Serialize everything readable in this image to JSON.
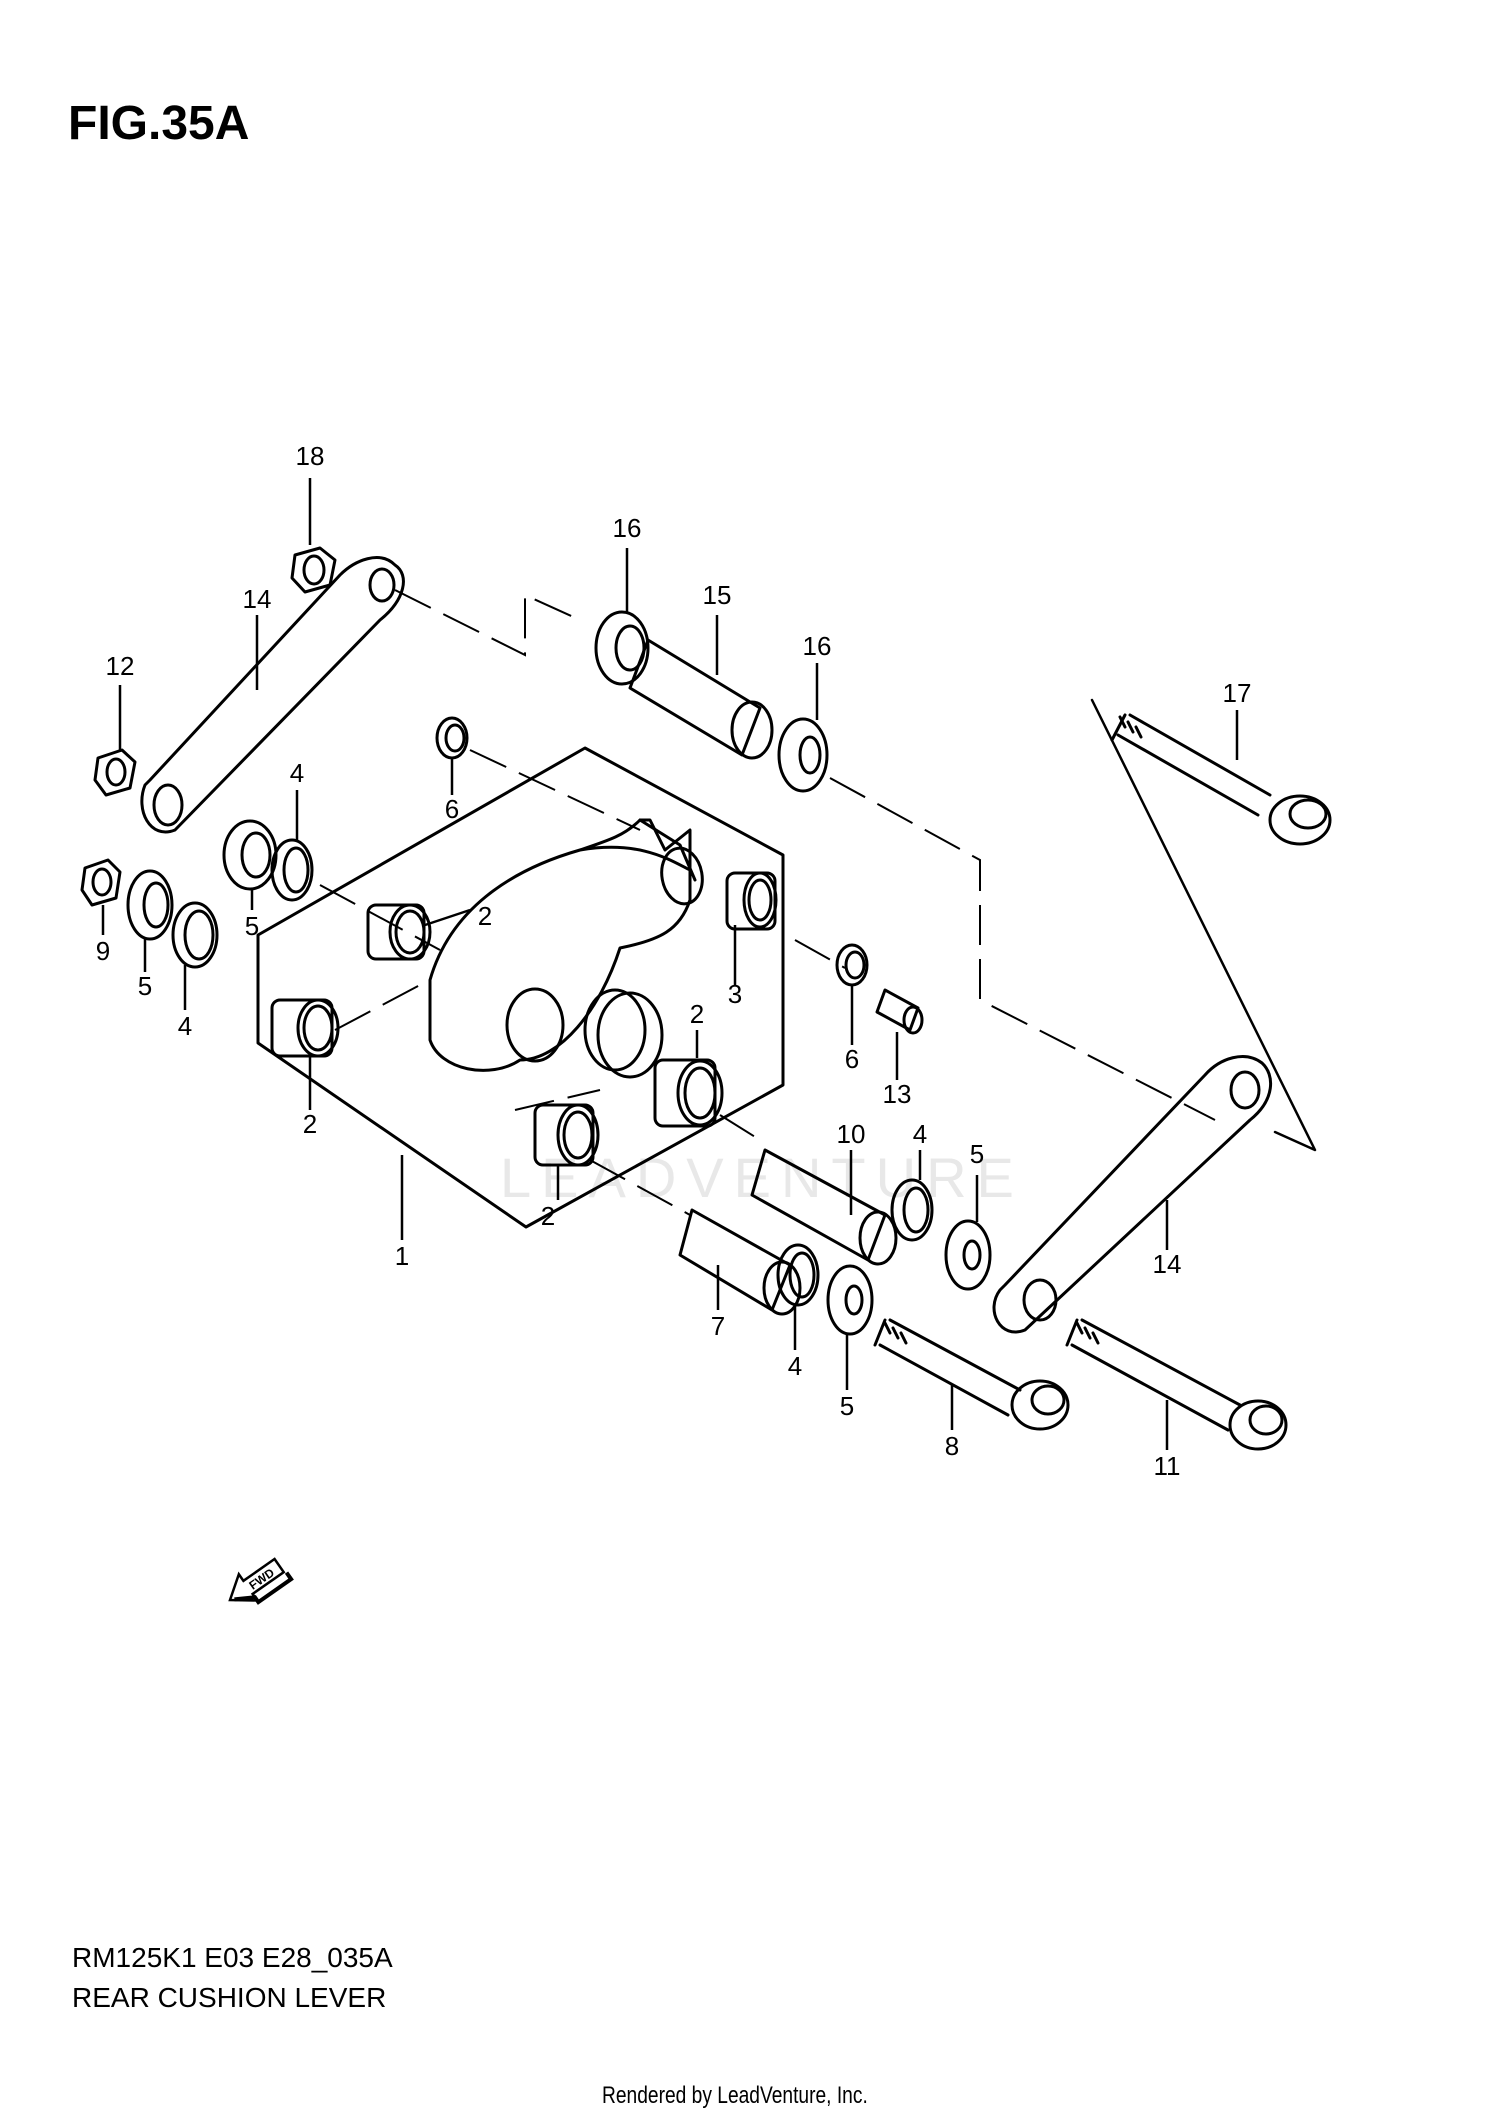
{
  "figure": {
    "title": "FIG.35A"
  },
  "footer": {
    "model_code": "RM125K1 E03 E28_035A",
    "assembly_name": "REAR CUSHION LEVER"
  },
  "rendered_by": "Rendered by LeadVenture, Inc.",
  "watermark": "LEADVENTURE",
  "fwd_arrow": {
    "label": "FWD"
  },
  "callouts": [
    {
      "id": "c1",
      "text": "1"
    },
    {
      "id": "c2a",
      "text": "2"
    },
    {
      "id": "c2b",
      "text": "2"
    },
    {
      "id": "c2c",
      "text": "2"
    },
    {
      "id": "c2d",
      "text": "2"
    },
    {
      "id": "c3",
      "text": "3"
    },
    {
      "id": "c4a",
      "text": "4"
    },
    {
      "id": "c4b",
      "text": "4"
    },
    {
      "id": "c4c",
      "text": "4"
    },
    {
      "id": "c4d",
      "text": "4"
    },
    {
      "id": "c5a",
      "text": "5"
    },
    {
      "id": "c5b",
      "text": "5"
    },
    {
      "id": "c5c",
      "text": "5"
    },
    {
      "id": "c5d",
      "text": "5"
    },
    {
      "id": "c6a",
      "text": "6"
    },
    {
      "id": "c6b",
      "text": "6"
    },
    {
      "id": "c7",
      "text": "7"
    },
    {
      "id": "c8",
      "text": "8"
    },
    {
      "id": "c9",
      "text": "9"
    },
    {
      "id": "c10",
      "text": "10"
    },
    {
      "id": "c11",
      "text": "11"
    },
    {
      "id": "c12",
      "text": "12"
    },
    {
      "id": "c13",
      "text": "13"
    },
    {
      "id": "c14a",
      "text": "14"
    },
    {
      "id": "c14b",
      "text": "14"
    },
    {
      "id": "c15",
      "text": "15"
    },
    {
      "id": "c16a",
      "text": "16"
    },
    {
      "id": "c16b",
      "text": "16"
    },
    {
      "id": "c17",
      "text": "17"
    },
    {
      "id": "c18",
      "text": "18"
    }
  ]
}
